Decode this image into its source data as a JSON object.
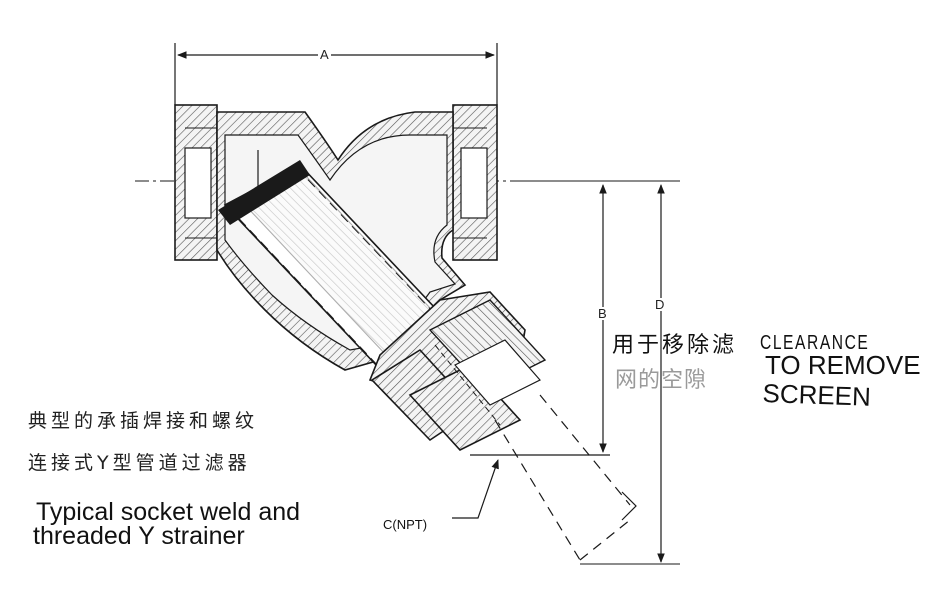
{
  "dimensions": {
    "a": "A",
    "b": "B",
    "c": "C(NPT)",
    "d": "D"
  },
  "clearance": {
    "cn_line1": "用于移除滤",
    "cn_line2": "网的空隙",
    "en_word": "CLEARANCE",
    "en_line2": "TO REMOVE",
    "en_line3": "SCREEN"
  },
  "caption": {
    "cn_line1": "典型的承插焊接和螺纹",
    "cn_line2": "连接式Y型管道过滤器",
    "en_line1": "Typical socket weld and",
    "en_line2": "threaded Y strainer"
  },
  "colors": {
    "line": "#1a1a1a",
    "hatch": "#555555",
    "body_fill": "#f2f2f2",
    "light_text": "#9a9a9a"
  }
}
